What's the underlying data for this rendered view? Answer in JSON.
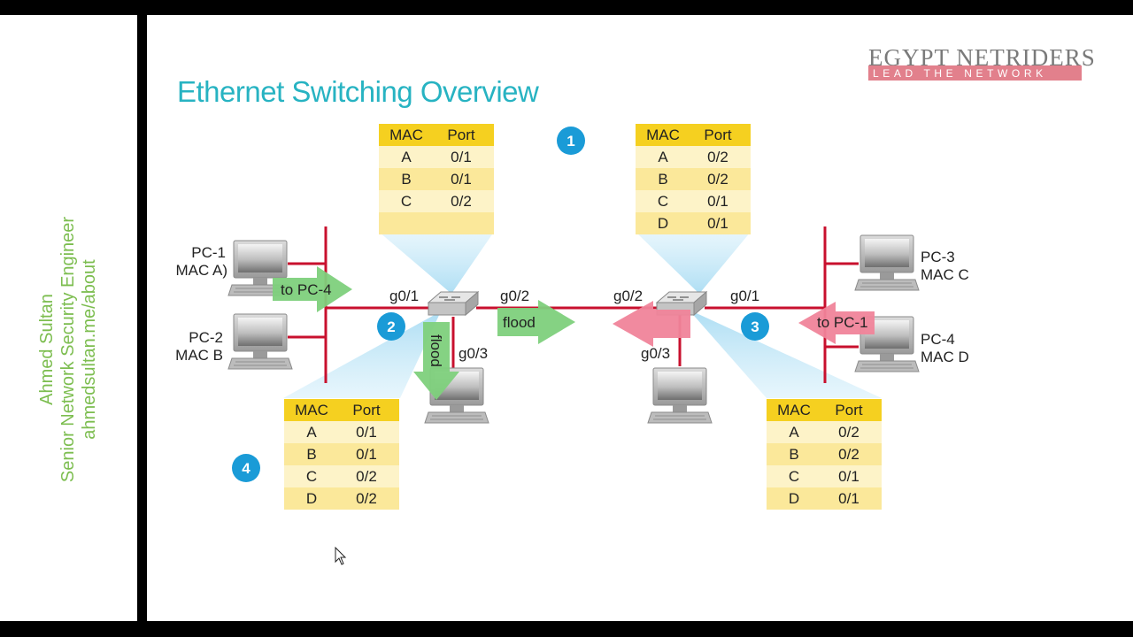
{
  "presenter": {
    "name": "Ahmed Sultan",
    "role": "Senior Network Security Engineer",
    "url": "ahmedsultan.me/about"
  },
  "slide": {
    "title": "Ethernet Switching Overview",
    "logo": {
      "line1": "EGYPT NETRIDERS",
      "line2": "LEAD THE NETWORK"
    },
    "steps": [
      "1",
      "2",
      "3",
      "4"
    ],
    "devices": {
      "pc1": {
        "name": "PC-1",
        "mac": "MAC A)"
      },
      "pc2": {
        "name": "PC-2",
        "mac": "MAC B"
      },
      "pc3": {
        "name": "PC-3",
        "mac": "MAC C"
      },
      "pc4": {
        "name": "PC-4",
        "mac": "MAC D"
      }
    },
    "ports": {
      "sw1_g01": "g0/1",
      "sw1_g02": "g0/2",
      "sw1_g03": "g0/3",
      "sw2_g02": "g0/2",
      "sw2_g01": "g0/1",
      "sw2_g03": "g0/3"
    },
    "arrows": {
      "to_pc4": "to PC-4",
      "flood_right": "flood",
      "flood_down": "flood",
      "to_pc1": "to PC-1"
    },
    "tables": {
      "sw1_top": {
        "headers": [
          "MAC",
          "Port"
        ],
        "rows": [
          [
            "A",
            "0/1"
          ],
          [
            "B",
            "0/1"
          ],
          [
            "C",
            "0/2"
          ],
          [
            "",
            ""
          ]
        ]
      },
      "sw2_top": {
        "headers": [
          "MAC",
          "Port"
        ],
        "rows": [
          [
            "A",
            "0/2"
          ],
          [
            "B",
            "0/2"
          ],
          [
            "C",
            "0/1"
          ],
          [
            "D",
            "0/1"
          ]
        ]
      },
      "sw1_bottom": {
        "headers": [
          "MAC",
          "Port"
        ],
        "rows": [
          [
            "A",
            "0/1"
          ],
          [
            "B",
            "0/1"
          ],
          [
            "C",
            "0/2"
          ],
          [
            "D",
            "0/2"
          ]
        ]
      },
      "sw2_bottom": {
        "headers": [
          "MAC",
          "Port"
        ],
        "rows": [
          [
            "A",
            "0/2"
          ],
          [
            "B",
            "0/2"
          ],
          [
            "C",
            "0/1"
          ],
          [
            "D",
            "0/1"
          ]
        ]
      }
    },
    "colors": {
      "title": "#27b3c2",
      "link": "#c8102e",
      "step_badge": "#1a9bd7",
      "table_header": "#f5d020",
      "table_dark": "#fbe89a",
      "table_light": "#fdf3c8",
      "arrow_green": "#7ed07c",
      "arrow_pink": "#f0849a",
      "credit_text": "#7cbd4f"
    }
  }
}
